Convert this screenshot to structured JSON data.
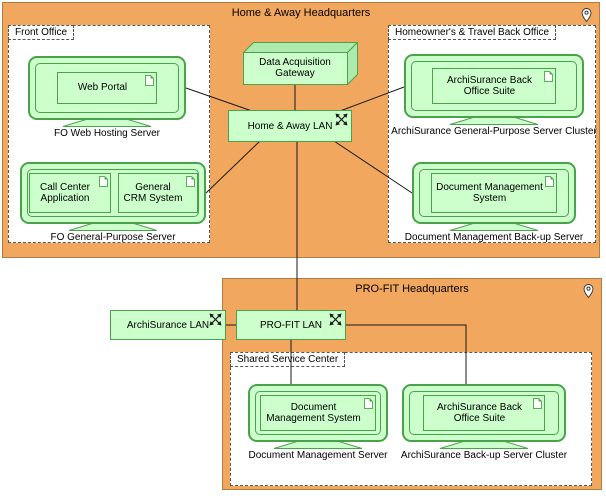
{
  "colors": {
    "location_fill": "#F2A75E",
    "location_border": "#B27C3E",
    "element_fill": "#CCFFCC",
    "element_border": "#4AA34A",
    "element_shade": "#AEE9AE"
  },
  "home_away_hq": {
    "title": "Home & Away Headquarters",
    "front_office": {
      "title": "Front Office",
      "web_hosting_server": {
        "name": "FO Web Hosting Server",
        "apps": [
          {
            "name": "Web Portal"
          }
        ]
      },
      "general_purpose_server": {
        "name": "FO General-Purpose Server",
        "apps": [
          {
            "name": "Call Center Application"
          },
          {
            "name": "General CRM System"
          }
        ]
      }
    },
    "data_acquisition_gateway": {
      "name": "Data Acquisition Gateway"
    },
    "lan": {
      "name": "Home & Away LAN"
    },
    "back_office": {
      "title": "Homeowner's & Travel Back Office",
      "server_cluster": {
        "name": "ArchiSurance General-Purpose Server Cluster",
        "apps": [
          {
            "name": "ArchiSurance Back Office Suite"
          }
        ]
      },
      "dm_backup_server": {
        "name": "Document Management Back-up Server",
        "apps": [
          {
            "name": "Document Management System"
          }
        ]
      }
    }
  },
  "archisurance_lan": {
    "name": "ArchiSurance LAN"
  },
  "profit_hq": {
    "title": "PRO-FIT Headquarters",
    "lan": {
      "name": "PRO-FIT LAN"
    },
    "shared_service_center": {
      "title": "Shared Service Center",
      "dm_server": {
        "name": "Document Management Server",
        "apps": [
          {
            "name": "Document Management System"
          }
        ]
      },
      "backup_cluster": {
        "name": "ArchiSurance Back-up Server Cluster",
        "apps": [
          {
            "name": "ArchiSurance Back Office Suite"
          }
        ]
      }
    }
  }
}
